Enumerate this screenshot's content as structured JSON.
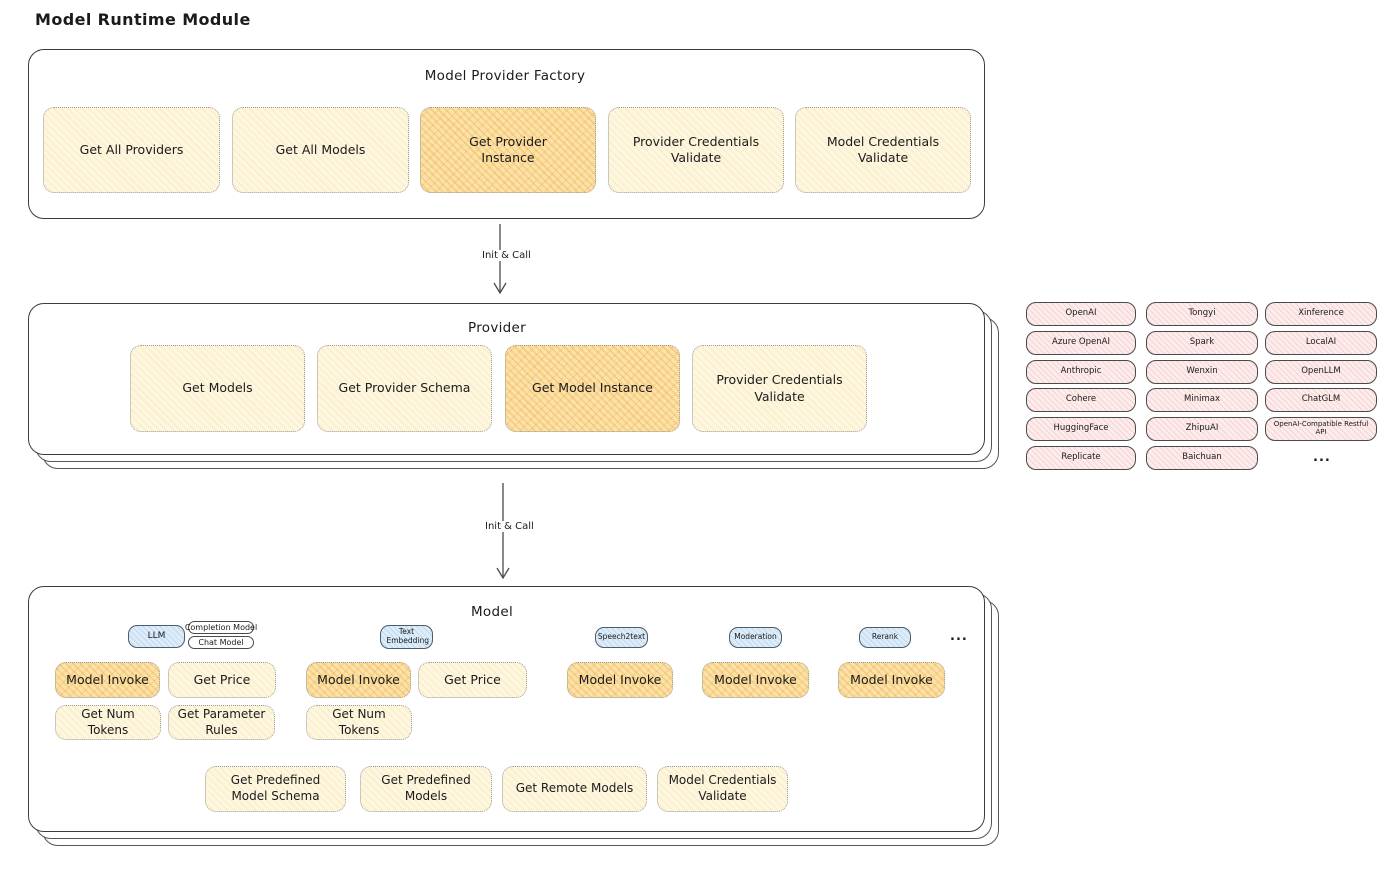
{
  "page_title": "Model Runtime Module",
  "colors": {
    "cream_fill": "#fdf7e2",
    "orange_highlight_fill": "#fbe2a9",
    "pink_chip_fill": "#fdecec",
    "blue_tab_fill": "#dcecf9",
    "outline": "#3c3c3c"
  },
  "factory": {
    "title": "Model Provider Factory",
    "items": [
      {
        "label": "Get All Providers",
        "highlight": false
      },
      {
        "label": "Get All Models",
        "highlight": false
      },
      {
        "label": "Get Provider Instance",
        "highlight": true
      },
      {
        "label": "Provider Credentials Validate",
        "highlight": false
      },
      {
        "label": "Model Credentials Validate",
        "highlight": false
      }
    ]
  },
  "arrow1_label": "Init & Call",
  "arrow2_label": "Init & Call",
  "provider": {
    "title": "Provider",
    "items": [
      {
        "label": "Get Models",
        "highlight": false
      },
      {
        "label": "Get Provider Schema",
        "highlight": false
      },
      {
        "label": "Get Model Instance",
        "highlight": true
      },
      {
        "label": "Provider Credentials Validate",
        "highlight": false
      }
    ]
  },
  "providers_grid": {
    "rows": [
      [
        "OpenAI",
        "Tongyi",
        "Xinference"
      ],
      [
        "Azure OpenAI",
        "Spark",
        "LocalAI"
      ],
      [
        "Anthropic",
        "Wenxin",
        "OpenLLM"
      ],
      [
        "Cohere",
        "Minimax",
        "ChatGLM"
      ],
      [
        "HuggingFace",
        "ZhipuAI",
        "OpenAI-Compatible Restful API"
      ],
      [
        "Replicate",
        "Baichuan"
      ]
    ],
    "ellipsis": "..."
  },
  "model": {
    "title": "Model",
    "tabs": {
      "llm": "LLM",
      "completion": "Completion Model",
      "chat": "Chat Model",
      "text_embedding": "Text Embedding",
      "speech2text": "Speech2text",
      "moderation": "Moderation",
      "rerank": "Rerank",
      "ellipsis": "..."
    },
    "llm_group": {
      "invoke": "Model Invoke",
      "get_price": "Get Price",
      "get_num_tokens": "Get Num Tokens",
      "get_parameter_rules": "Get Parameter Rules"
    },
    "embedding_group": {
      "invoke": "Model Invoke",
      "get_price": "Get Price",
      "get_num_tokens": "Get Num Tokens"
    },
    "speech2text_group": {
      "invoke": "Model Invoke"
    },
    "moderation_group": {
      "invoke": "Model Invoke"
    },
    "rerank_group": {
      "invoke": "Model Invoke"
    },
    "bottom": {
      "get_predefined_model_schema": "Get Predefined Model Schema",
      "get_predefined_models": "Get Predefined Models",
      "get_remote_models": "Get Remote Models",
      "model_credentials_validate": "Model Credentials Validate"
    }
  }
}
